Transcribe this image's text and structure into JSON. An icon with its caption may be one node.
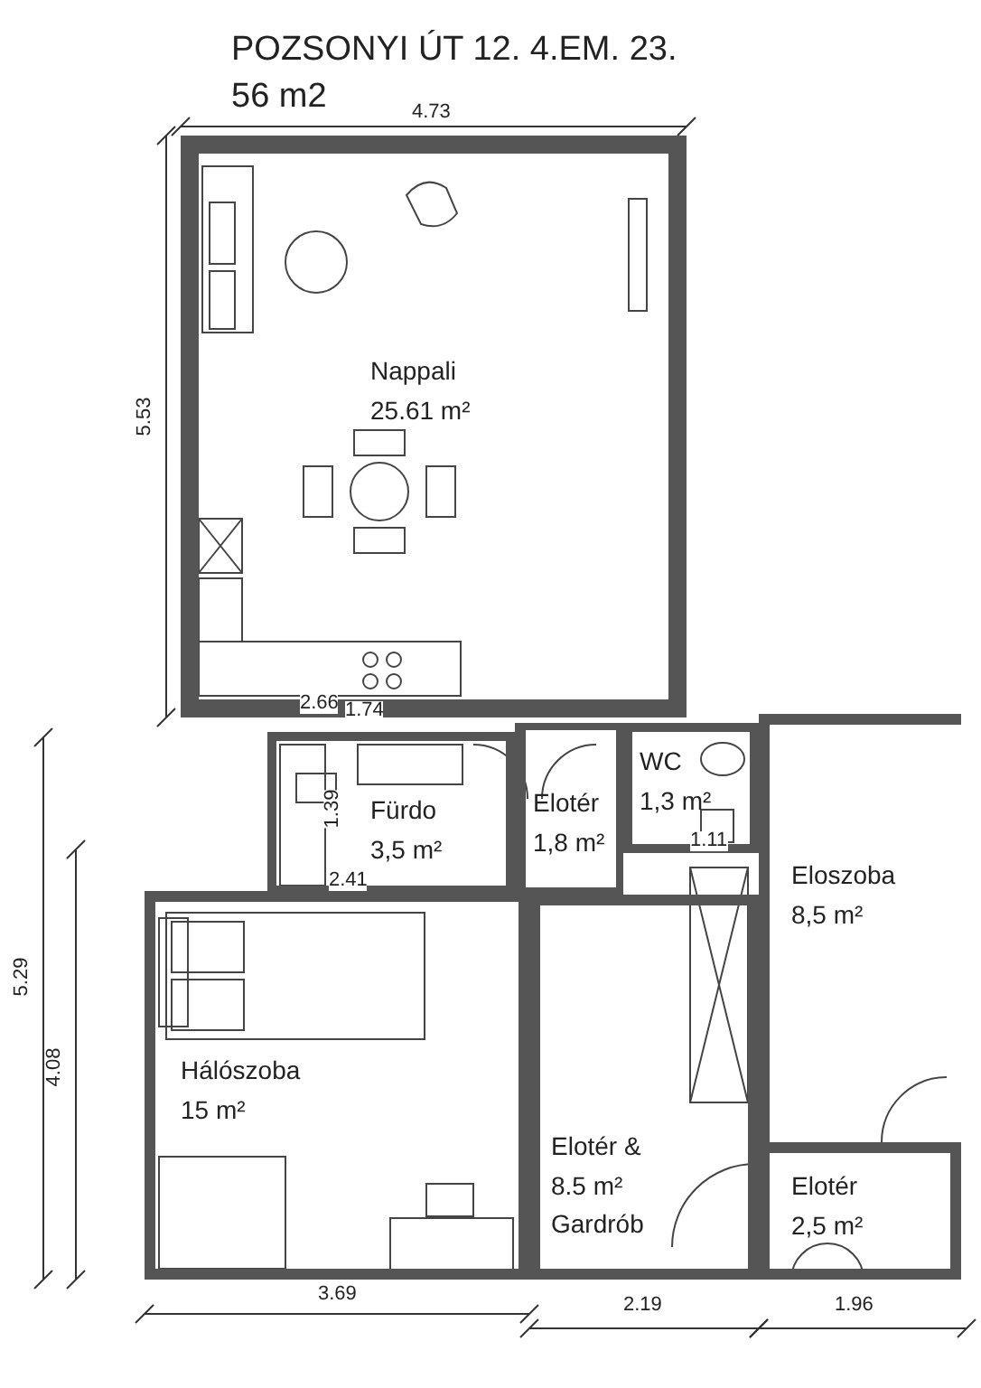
{
  "diagram": {
    "title": "POZSONYI ÚT 12. 4.EM. 23.",
    "nodes": [
      {
        "text": [
          "Nappali",
          "25.61 m²"
        ]
      },
      {
        "text": [
          "Fürdo",
          "3,5 m²"
        ]
      },
      {
        "text": [
          "Elotér",
          "1,8 m²"
        ]
      },
      {
        "text": [
          "WC",
          "1,3 m²"
        ]
      },
      {
        "text": [
          "Eloszoba",
          "8,5 m²"
        ]
      },
      {
        "text": [
          "Hálószoba",
          "15 m²"
        ]
      },
      {
        "text": [
          "Elotér &",
          "8.5 m²",
          "Gardrób"
        ]
      },
      {
        "text": [
          "Elotér",
          "2,5 m²"
        ]
      }
    ],
    "labels": [
      "56 m2",
      "4.73",
      "5.53",
      "2.66",
      "1.74",
      "1.39",
      "2.41",
      "1.11",
      "5.29",
      "4.08",
      "3.69",
      "2.19",
      "1.96"
    ]
  }
}
